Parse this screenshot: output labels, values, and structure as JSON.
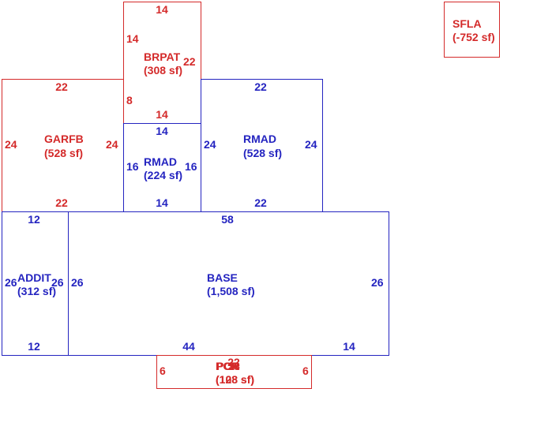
{
  "sfla": {
    "name": "SFLA",
    "area": "(-752 sf)",
    "color": "#d42a2a"
  },
  "areas": {
    "brpat": {
      "name": "BRPAT",
      "area": "(308 sf)",
      "dims": {
        "top": "14",
        "left": "14",
        "right": "22",
        "left_lower": "8",
        "bottom": "14"
      }
    },
    "garfb": {
      "name": "GARFB",
      "area": "(528 sf)",
      "dims": {
        "top": "22",
        "left": "24",
        "right": "24",
        "bottom": "22"
      }
    },
    "rmad_small": {
      "name": "RMAD",
      "area": "(224 sf)",
      "dims": {
        "top": "14",
        "left": "16",
        "right": "16",
        "bottom": "14"
      }
    },
    "rmad_large": {
      "name": "RMAD",
      "area": "(528 sf)",
      "dims": {
        "top": "22",
        "left": "24",
        "right": "24",
        "bottom": "22"
      }
    },
    "addit": {
      "name": "ADDIT",
      "area": "(312 sf)",
      "dims": {
        "top": "12",
        "left": "26",
        "right": "26",
        "bottom": "12"
      }
    },
    "base": {
      "name": "BASE",
      "area": "(1,508 sf)",
      "dims": {
        "top": "58",
        "left": "26",
        "right": "26",
        "bottom_left": "44",
        "bottom_right": "14"
      }
    },
    "pcr": {
      "name": "PCR",
      "name_overlap": "PCR",
      "area": "(128 sf)",
      "area_overlap": "(108 sf)",
      "dims": {
        "top": "22",
        "top_overlap": "18",
        "left": "6",
        "right": "6"
      }
    }
  },
  "colors": {
    "red": "#d42a2a",
    "blue": "#2424c0"
  }
}
